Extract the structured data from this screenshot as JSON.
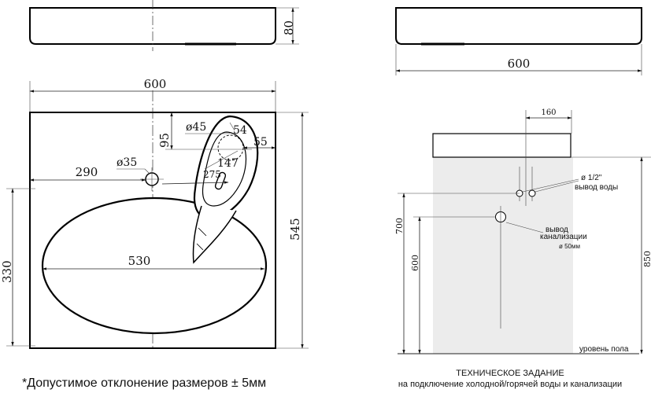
{
  "left_view": {
    "dim_height_top": "80",
    "dim_width": "600",
    "dim_d45": "ø45",
    "dim_54": "54",
    "dim_95": "95",
    "dim_55": "55",
    "dim_d35": "ø35",
    "dim_147": "147",
    "dim_275": "275",
    "dim_290": "290",
    "dim_330": "330",
    "dim_530": "530",
    "dim_545": "545"
  },
  "right_view": {
    "dim_width": "600",
    "dim_160": "160",
    "pipe_size": "ø 1/2\"",
    "water_outlet": "вывод воды",
    "drain_line1": "вывод",
    "drain_line2": "канализации",
    "drain_size": "ø 50мм",
    "dim_700": "700",
    "dim_600": "600",
    "dim_850": "850",
    "floor_level": "уровень пола"
  },
  "footer": {
    "tolerance_note": "*Допустимое отклонение размеров ± 5мм",
    "spec_title": "ТЕХНИЧЕСКОЕ ЗАДАНИЕ",
    "spec_subtitle": "на подключение холодной/горячей воды и канализации"
  }
}
